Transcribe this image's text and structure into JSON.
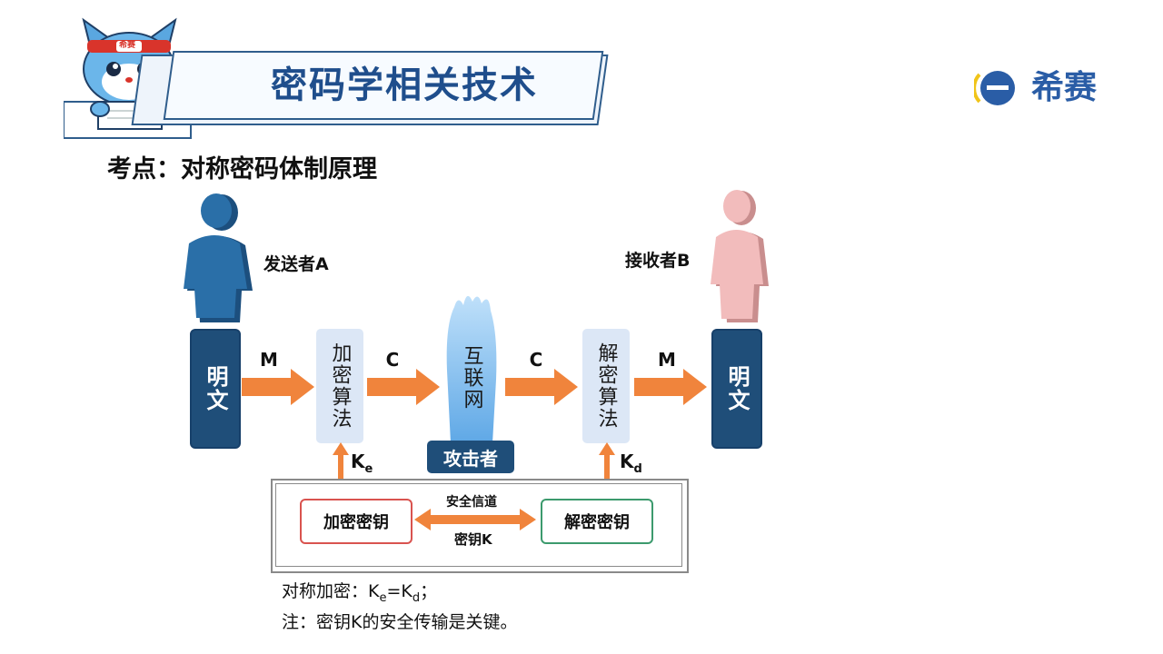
{
  "header": {
    "title": "密码学相关技术",
    "logo_text": "希赛",
    "mascot_badge": "希赛"
  },
  "topic": "考点：对称密码体制原理",
  "diagram": {
    "sender_label": "发送者A",
    "receiver_label": "接收者B",
    "plaintext_left": "明文",
    "plaintext_right": "明文",
    "encrypt_algo": "加密算法",
    "decrypt_algo": "解密算法",
    "internet": "互联网",
    "attacker": "攻击者",
    "label_m1": "M",
    "label_c1": "C",
    "label_c2": "C",
    "label_m2": "M",
    "ke_base": "K",
    "ke_sub": "e",
    "kd_base": "K",
    "kd_sub": "d",
    "enc_key": "加密密钥",
    "dec_key": "解密密钥",
    "secure_channel": "安全信道",
    "key_k": "密钥K"
  },
  "notes": {
    "line1_prefix": "对称加密：K",
    "line1_sub1": "e",
    "line1_mid": "=K",
    "line1_sub2": "d",
    "line1_suffix": "；",
    "line2": "注：密钥K的安全传输是关键。"
  },
  "colors": {
    "navy": "#1f4e79",
    "arrow_orange": "#f0843c",
    "algo_fill": "#dce7f6",
    "sender_blue": "#2a6fa8",
    "receiver_pink": "#f2bcbc",
    "enc_border": "#d9534f",
    "dec_border": "#3c9a6d"
  }
}
